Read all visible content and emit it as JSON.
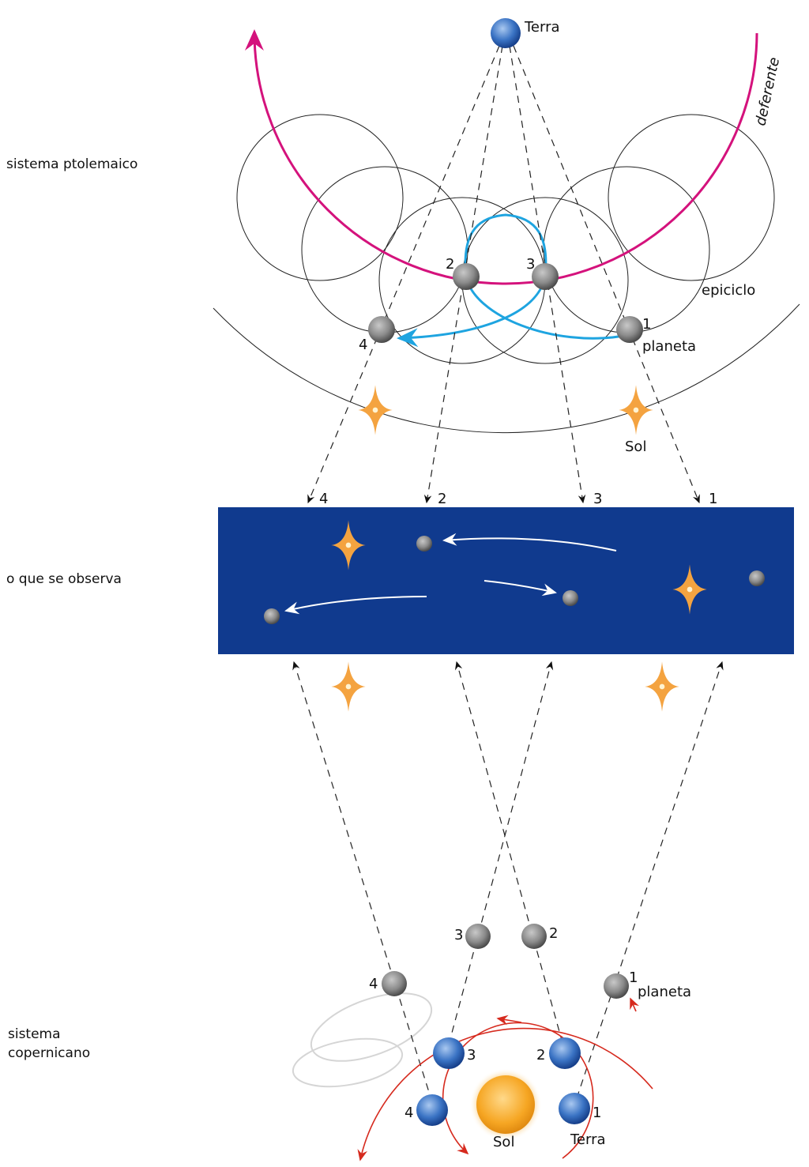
{
  "sections": {
    "ptolemaic": "sistema ptolemaico",
    "observed": "o que se observa",
    "copernican_line1": "sistema",
    "copernican_line2": "copernicano"
  },
  "ptolemaic": {
    "earth_label": "Terra",
    "deferent_label": "deferente",
    "epicycle_label": "epiciclo",
    "planet_label": "planeta",
    "sun_label": "Sol",
    "positions": [
      "1",
      "2",
      "3",
      "4"
    ]
  },
  "observed": {
    "positions": [
      "4",
      "2",
      "3",
      "1"
    ]
  },
  "copernican": {
    "planet_label": "planeta",
    "sun_label": "Sol",
    "earth_label": "Terra",
    "planet_positions": [
      "1",
      "2",
      "3",
      "4"
    ],
    "earth_positions": [
      "1",
      "2",
      "3",
      "4"
    ]
  },
  "colors": {
    "deferent": "#d4127c",
    "loop": "#1ea4e0",
    "sky": "#103a8e",
    "orbit": "#d62a1e",
    "star": "#f4a340"
  }
}
